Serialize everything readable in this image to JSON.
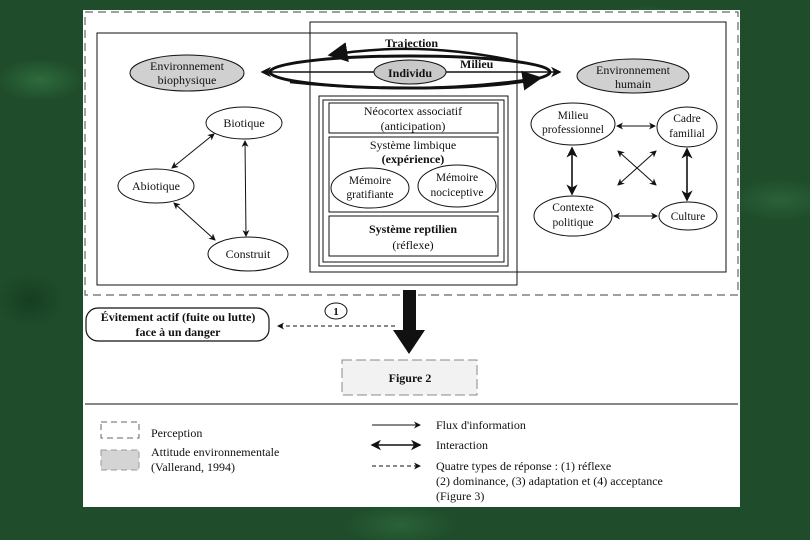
{
  "nodes": {
    "env_bio_l1": "Environnement",
    "env_bio_l2": "biophysique",
    "individu": "Individu",
    "env_hum_l1": "Environnement",
    "env_hum_l2": "humain",
    "trajection": "Trajection",
    "milieu": "Milieu",
    "biotique": "Biotique",
    "abiotique": "Abiotique",
    "construit": "Construit",
    "neocortex_l1": "Néocortex associatif",
    "neocortex_l2": "(anticipation)",
    "limbique_l1": "Système limbique",
    "limbique_l2": "(expérience)",
    "mem_grat_l1": "Mémoire",
    "mem_grat_l2": "gratifiante",
    "mem_noci_l1": "Mémoire",
    "mem_noci_l2": "nociceptive",
    "reptilien_l1": "Système reptilien",
    "reptilien_l2": "(réflexe)",
    "milieu_pro_l1": "Milieu",
    "milieu_pro_l2": "professionnel",
    "cadre_l1": "Cadre",
    "cadre_l2": "familial",
    "contexte_l1": "Contexte",
    "contexte_l2": "politique",
    "culture": "Culture",
    "evitement_l1": "Évitement actif (fuite ou lutte)",
    "evitement_l2": "face à un danger",
    "response_num": "1",
    "figure": "Figure 2"
  },
  "legend": {
    "perception": "Perception",
    "attitude_l1": "Attitude environnementale",
    "attitude_l2": "(Vallerand, 1994)",
    "flux": "Flux d'information",
    "interaction": "Interaction",
    "quatre_l1": "Quatre types de réponse : (1) réflexe",
    "quatre_l2": "(2) dominance, (3) adaptation et (4) acceptance",
    "quatre_l3": "(Figure 3)"
  },
  "colors": {
    "background": "#1f4d2b",
    "paper": "#ffffff",
    "shaded": "#d4d4d4",
    "ink": "#111111"
  }
}
